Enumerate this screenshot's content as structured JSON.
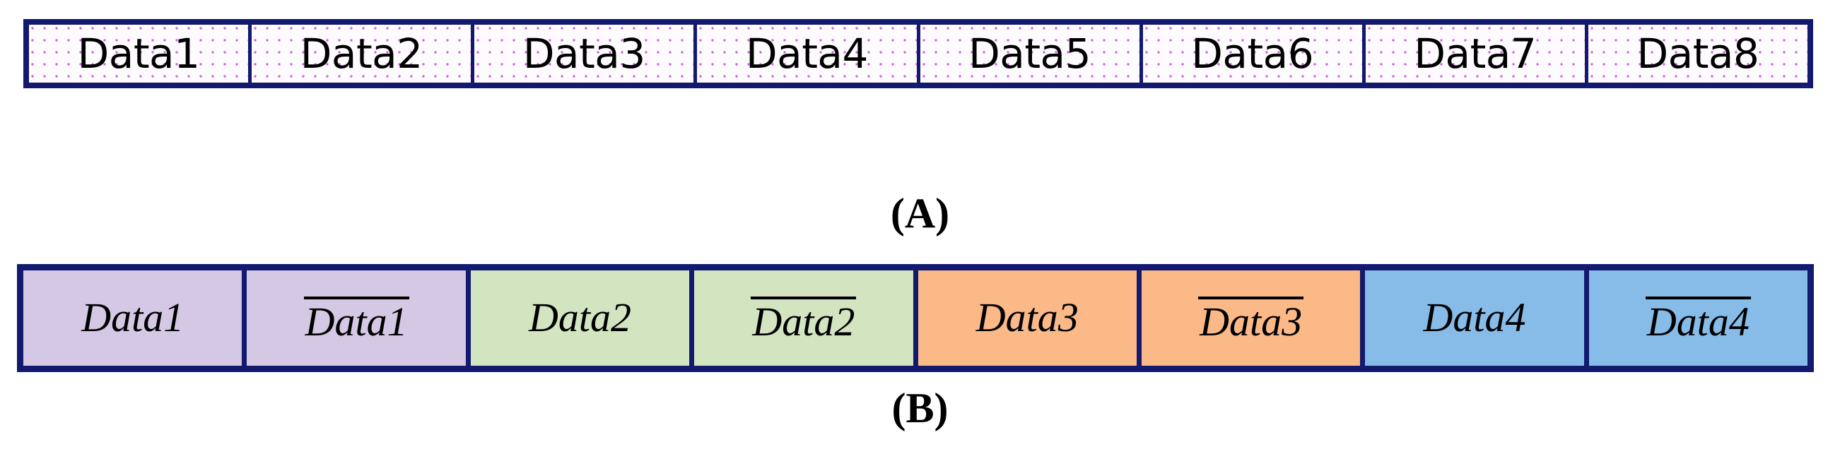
{
  "figure": {
    "background_color": "#ffffff",
    "border_color": "#12196e",
    "text_color": "#000000"
  },
  "panel_a": {
    "caption": "(A)",
    "fill_color": "#fdfbfe",
    "pattern": "purple-dot-stipple",
    "pattern_dot_color": "#cc66dd",
    "cells": [
      {
        "label": "Data1"
      },
      {
        "label": "Data2"
      },
      {
        "label": "Data3"
      },
      {
        "label": "Data4"
      },
      {
        "label": "Data5"
      },
      {
        "label": "Data6"
      },
      {
        "label": "Data7"
      },
      {
        "label": "Data8"
      }
    ]
  },
  "panel_b": {
    "caption": "(B)",
    "cells": [
      {
        "label": "Data1",
        "overline": false,
        "fill_color": "#d4c8e4"
      },
      {
        "label": "Data1",
        "overline": true,
        "fill_color": "#d4c8e4"
      },
      {
        "label": "Data2",
        "overline": false,
        "fill_color": "#d3e5c0"
      },
      {
        "label": "Data2",
        "overline": true,
        "fill_color": "#d3e5c0"
      },
      {
        "label": "Data3",
        "overline": false,
        "fill_color": "#fbb988"
      },
      {
        "label": "Data3",
        "overline": true,
        "fill_color": "#fbb988"
      },
      {
        "label": "Data4",
        "overline": false,
        "fill_color": "#87bce8"
      },
      {
        "label": "Data4",
        "overline": true,
        "fill_color": "#87bce8"
      }
    ]
  }
}
